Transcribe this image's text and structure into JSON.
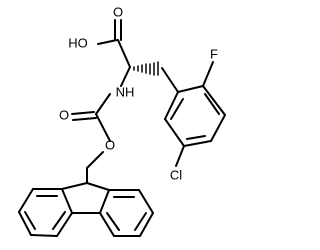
{
  "molecule": {
    "atom_labels": {
      "hydroxyl": "HO",
      "carbonyl_oxygen_acid": "O",
      "amide_nitrogen": "NH",
      "carbamate_carbonyl_oxygen": "O",
      "carbamate_ester_oxygen": "O",
      "fluorine": "F",
      "chlorine": "Cl"
    },
    "colors": {
      "bond": "#000000",
      "text": "#000000",
      "background": "#ffffff"
    }
  }
}
